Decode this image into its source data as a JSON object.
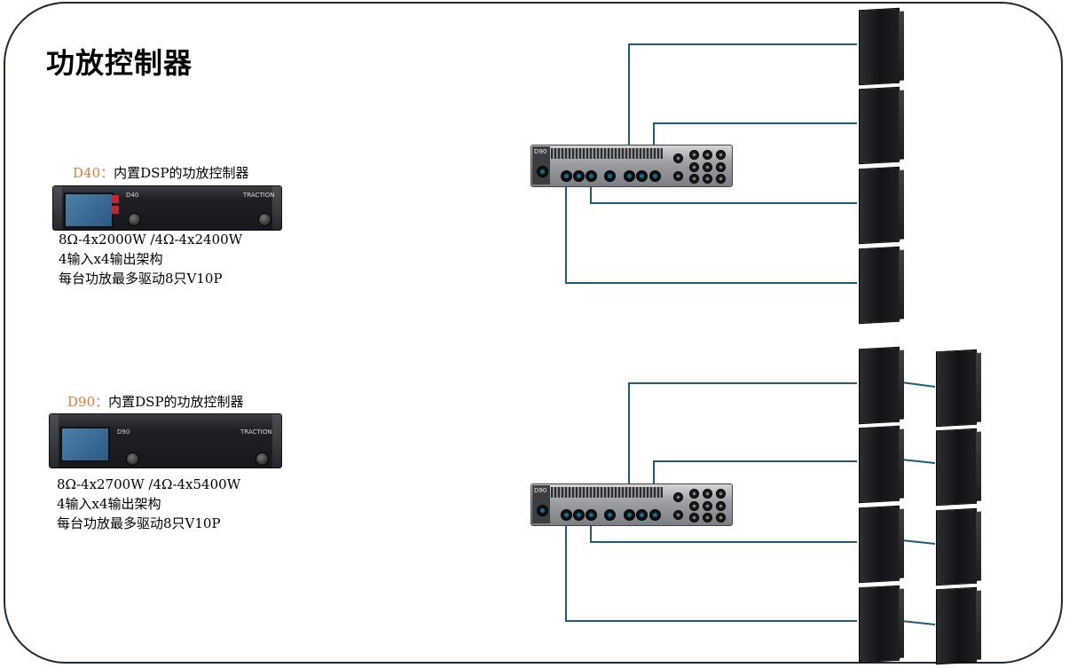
{
  "title": "功放控制器",
  "products": [
    {
      "model": "D40",
      "colon": "：",
      "desc": "内置DSP的功放控制器",
      "specs": [
        "8Ω-4x2000W /4Ω-4x2400W",
        "4输入x4输出架构",
        "每台功放最多驱动8只V10P"
      ],
      "front_label": "D40",
      "brand_label": "TRACTION"
    },
    {
      "model": "D90",
      "colon": "：",
      "desc": "内置DSP的功放控制器",
      "specs": [
        "8Ω-4x2700W /4Ω-4x5400W",
        "4输入x4输出架构",
        "每台功放最多驱动8只V10P"
      ],
      "front_label": "D90",
      "brand_label": "TRACTION"
    }
  ],
  "rear_panel_label": "D90",
  "colors": {
    "wire": "#1f5b7a",
    "accent": "#e07a3a",
    "frame": "#1f2a33"
  }
}
